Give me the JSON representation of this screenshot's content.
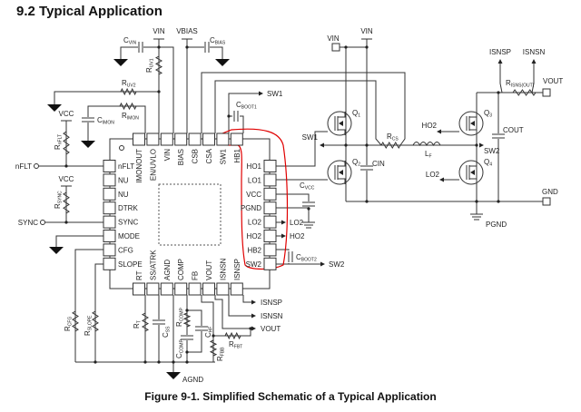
{
  "heading": "9.2 Typical Application",
  "caption": "Figure 9-1. Simplified Schematic of a Typical Application",
  "highlight_color": "#e00000",
  "ic": {
    "top_pins": [
      "IMONOUT",
      "EN/UVLO",
      "VIN",
      "BIAS",
      "CSB",
      "CSA",
      "SW1",
      "HB1"
    ],
    "left_pins": [
      "nFLT",
      "NU",
      "NU",
      "DTRK",
      "SYNC",
      "MODE",
      "CFG",
      "SLOPE"
    ],
    "right_pins": [
      "HO1",
      "LO1",
      "VCC",
      "PGND",
      "LO2",
      "HO2",
      "HB2",
      "SW2"
    ],
    "bottom_pins": [
      "RT",
      "SS/ATRK",
      "AGND",
      "COMP",
      "FB",
      "VOUT",
      "ISNSN",
      "ISNSP"
    ]
  },
  "labels": {
    "vin_top": {
      "main": "VIN"
    },
    "vbias": {
      "main": "VBIAS"
    },
    "cvin": {
      "main": "C",
      "sub": "VIN"
    },
    "cbias": {
      "main": "C",
      "sub": "BIAS"
    },
    "ruv1": {
      "main": "R",
      "sub": "UV1"
    },
    "ruv2": {
      "main": "R",
      "sub": "UV2"
    },
    "rimon": {
      "main": "R",
      "sub": "IMON"
    },
    "cimon": {
      "main": "C",
      "sub": "IMON"
    },
    "vcc1": {
      "main": "VCC"
    },
    "vcc2": {
      "main": "VCC"
    },
    "rnflt": {
      "main": "R",
      "sub": "nFLT"
    },
    "rsync": {
      "main": "R",
      "sub": "SYNC"
    },
    "nflt_in": {
      "main": "nFLT"
    },
    "sync_in": {
      "main": "SYNC"
    },
    "sw1_arrow": {
      "main": "SW1"
    },
    "cboot1": {
      "main": "C",
      "sub": "BOOT1"
    },
    "cvcc": {
      "main": "C",
      "sub": "VCC"
    },
    "lo2_out": {
      "main": "LO2"
    },
    "ho2_out": {
      "main": "HO2"
    },
    "cboot2": {
      "main": "C",
      "sub": "BOOT2"
    },
    "sw2_out": {
      "main": "SW2"
    },
    "isnsp_out": {
      "main": "ISNSP"
    },
    "isnsn_out": {
      "main": "ISNSN"
    },
    "vout_out": {
      "main": "VOUT"
    },
    "rcfg": {
      "main": "R",
      "sub": "CFG"
    },
    "rslope": {
      "main": "R",
      "sub": "SLOPE"
    },
    "rt": {
      "main": "R",
      "sub": "T"
    },
    "css": {
      "main": "C",
      "sub": "SS"
    },
    "rcomp": {
      "main": "R",
      "sub": "COMP"
    },
    "ccomp": {
      "main": "C",
      "sub": "COMP"
    },
    "chf": {
      "main": "C",
      "sub": "HF"
    },
    "rfbt": {
      "main": "R",
      "sub": "FBT"
    },
    "rfbb": {
      "main": "R",
      "sub": "FBB"
    },
    "agnd": {
      "main": "AGND"
    },
    "vin_box": {
      "main": "VIN"
    },
    "vin_rail": {
      "main": "VIN"
    },
    "q1": {
      "main": "Q",
      "sub": "1"
    },
    "q2": {
      "main": "Q",
      "sub": "2"
    },
    "q3": {
      "main": "Q",
      "sub": "3"
    },
    "q4": {
      "main": "Q",
      "sub": "4"
    },
    "sw1_node": {
      "main": "SW1"
    },
    "rcs": {
      "main": "R",
      "sub": "CS"
    },
    "lf": {
      "main": "L",
      "sub": "F"
    },
    "cin": {
      "main": "CIN"
    },
    "ho2_gate": {
      "main": "HO2"
    },
    "lo2_gate": {
      "main": "LO2"
    },
    "sw2_node": {
      "main": "SW2"
    },
    "cout": {
      "main": "COUT"
    },
    "isnsp_top": {
      "main": "ISNSP"
    },
    "isnsn_top": {
      "main": "ISNSN"
    },
    "risns": {
      "main": "R",
      "sub": "ISNS(OUT)"
    },
    "vout_box": {
      "main": "VOUT"
    },
    "gnd_box": {
      "main": "GND"
    },
    "pgnd": {
      "main": "PGND"
    }
  }
}
